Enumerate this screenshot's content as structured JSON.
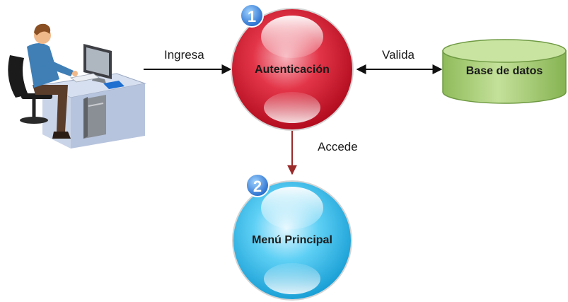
{
  "diagram": {
    "nodes": {
      "auth": {
        "label": "Autenticación",
        "step": "1",
        "color": "#d8142c"
      },
      "menu": {
        "label": "Menú Principal",
        "step": "2",
        "color": "#22b8ea"
      },
      "db": {
        "label": "Base de datos",
        "color": "#a9cf7a"
      },
      "user": {
        "icon": "user-at-computer-icon"
      }
    },
    "edges": {
      "user_auth": {
        "label": "Ingresa",
        "from": "user",
        "to": "auth"
      },
      "auth_db": {
        "label": "Valida",
        "from": "auth",
        "to": "db",
        "bidirectional": true
      },
      "auth_menu": {
        "label": "Accede",
        "from": "auth",
        "to": "menu"
      }
    }
  }
}
